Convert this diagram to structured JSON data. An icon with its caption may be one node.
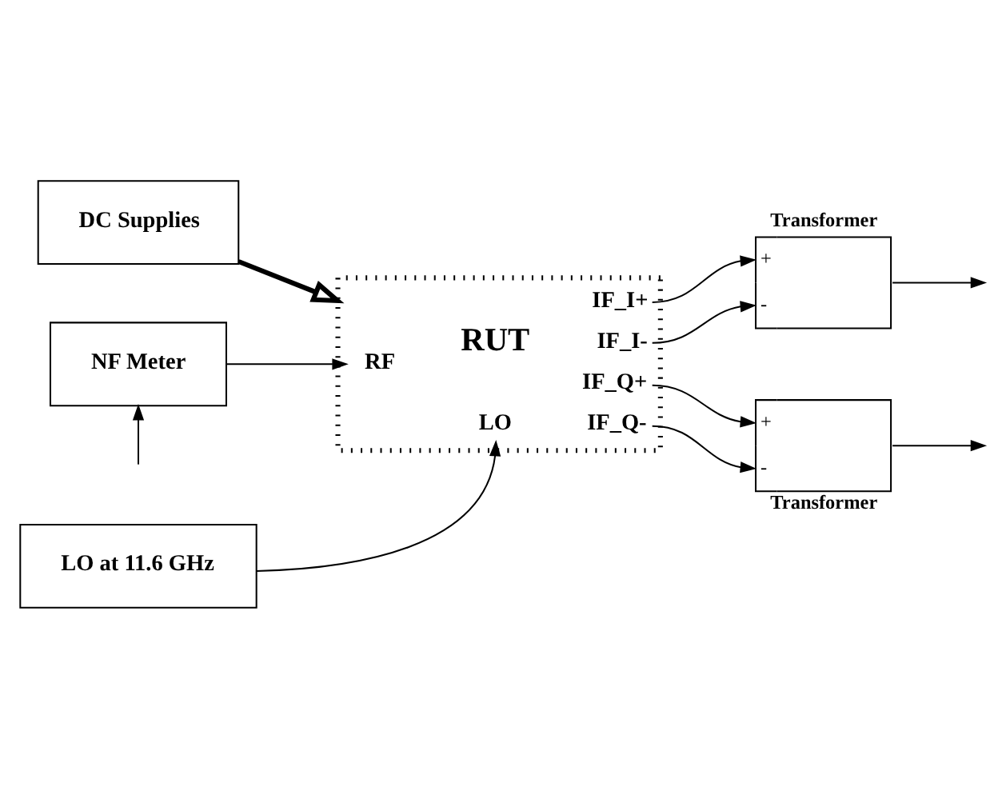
{
  "diagram": {
    "nodes": [
      {
        "text": [
          "DC Supplies"
        ]
      },
      {
        "text": [
          "NF Meter"
        ]
      },
      {
        "text": [
          "RF",
          "RUT",
          "LO",
          "IF_I+",
          "IF_I-",
          "IF_Q+",
          "IF_Q-"
        ]
      },
      {
        "text": [
          "Transformer",
          "+",
          "-"
        ]
      },
      {
        "text": [
          "+",
          "-",
          "Transformer"
        ]
      },
      {
        "text": [
          "LO at 11.6 GHz"
        ]
      }
    ],
    "edges": [
      {
        "from": 0,
        "to": 2,
        "arrow": "to",
        "style": "thick"
      },
      {
        "from": null,
        "to": 1,
        "arrow": "to"
      },
      {
        "from": 1,
        "to": 2,
        "arrow": "to"
      },
      {
        "from": 2,
        "to": 3,
        "arrow": "to"
      },
      {
        "from": 2,
        "to": 3,
        "arrow": "to"
      },
      {
        "from": 2,
        "to": 4,
        "arrow": "to"
      },
      {
        "from": 2,
        "to": 4,
        "arrow": "to"
      },
      {
        "from": 3,
        "to": null,
        "arrow": "to"
      },
      {
        "from": 4,
        "to": null,
        "arrow": "to"
      },
      {
        "from": 5,
        "to": 2,
        "arrow": "to"
      }
    ]
  }
}
